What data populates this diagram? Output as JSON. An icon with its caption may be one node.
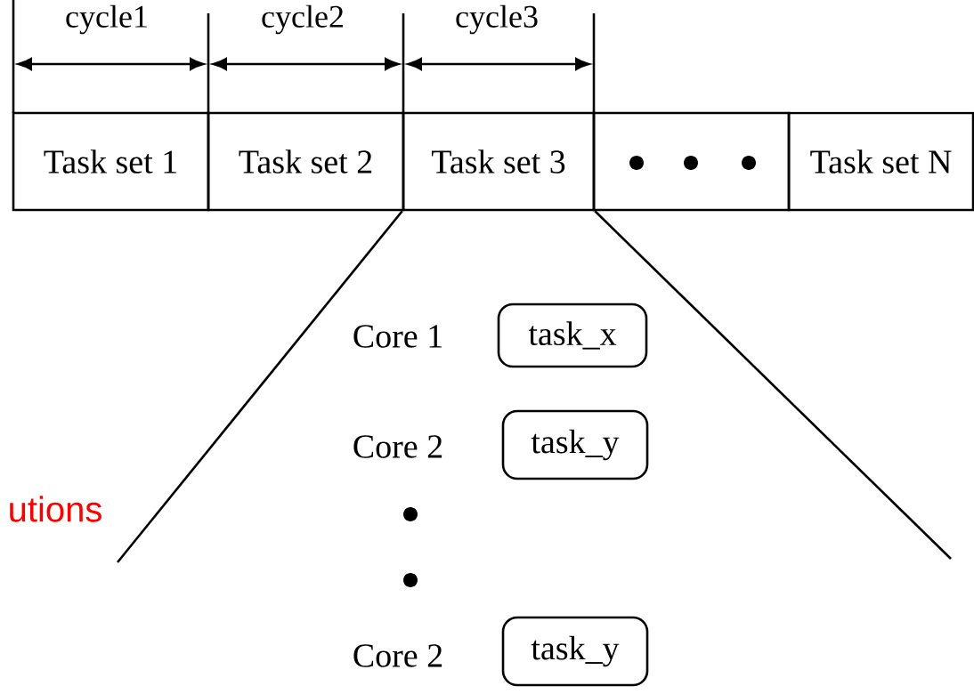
{
  "diagram": {
    "nodes": [
      {
        "text": [
          "Task set 1"
        ]
      },
      {
        "text": [
          "Task set 2"
        ]
      },
      {
        "text": [
          "Task set 3"
        ]
      },
      {
        "text": [],
        "shape": "box"
      },
      {
        "text": [
          "Task set N"
        ]
      },
      {
        "text": [
          "task_x"
        ]
      },
      {
        "text": [
          "task_y"
        ]
      },
      {
        "text": [
          "task_y"
        ]
      }
    ],
    "edges": [
      {
        "from": 2,
        "to": null,
        "arrow": "none"
      },
      {
        "from": 2,
        "to": null,
        "arrow": "none"
      }
    ],
    "labels": [
      "cycle1",
      "cycle2",
      "cycle3",
      "Core 1",
      "Core 2",
      "utions",
      "Core 2"
    ]
  }
}
